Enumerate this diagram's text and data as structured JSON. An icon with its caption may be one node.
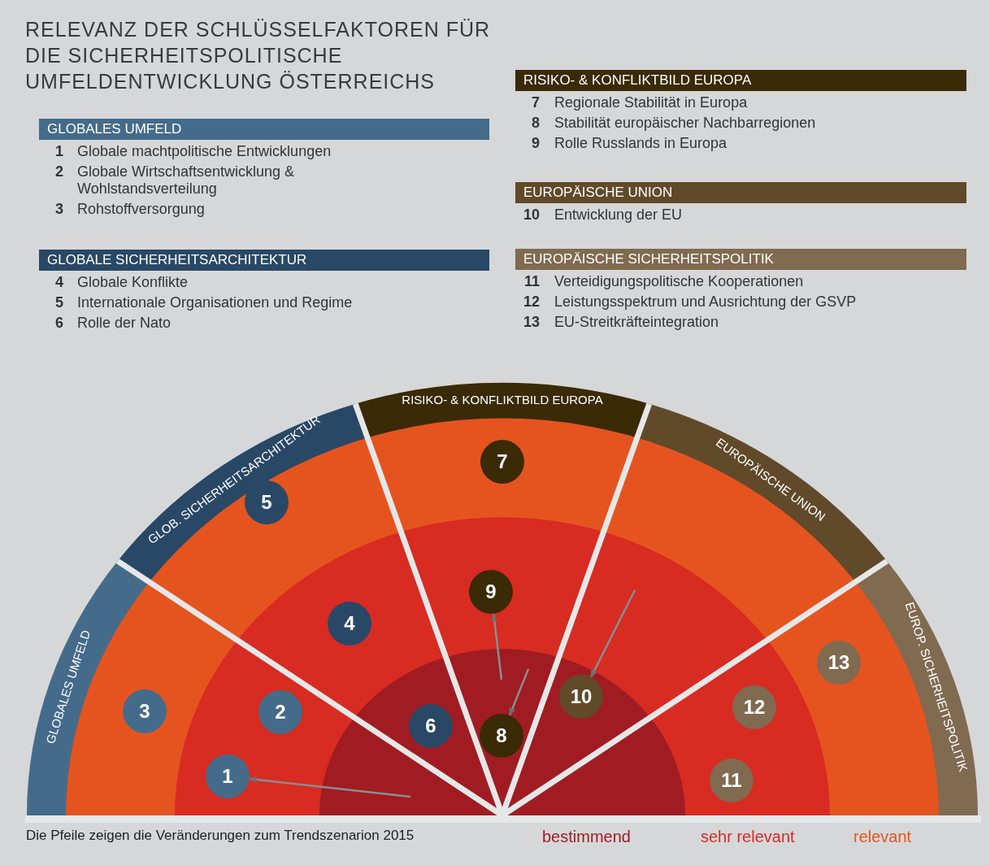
{
  "diagram": {
    "title": "RELEVANZ DER SCHLÜSSELFAKTOREN FÜR DIE SICHERHEITSPOLITISCHE UMFELDENTWICKLUNG ÖSTERREICHS",
    "caption": "Die Pfeile zeigen die Veränderungen zum Trendszenarion 2015",
    "nodes": [
      {
        "text": [
          "GLOBALES UMFELD"
        ]
      },
      {
        "text": [
          "GLOBALE SICHERHEITSARCHITEKTUR"
        ]
      },
      {
        "text": [
          "RISIKO- & KONFLIKTBILD EUROPA"
        ]
      },
      {
        "text": [
          "EUROPÄISCHE UNION"
        ]
      },
      {
        "text": [
          "EUROPÄISCHE SICHERHEITSPOLITIK"
        ]
      },
      {
        "text": [
          "GLOBALES UMFELD"
        ]
      },
      {
        "text": [
          "GLOB. SICHERHEITSARCHITEKTUR"
        ]
      },
      {
        "text": [
          "RISIKO- & KONFLIKTBILD EUROPA"
        ]
      },
      {
        "text": [
          "EUROPÄISCHE UNION"
        ]
      },
      {
        "text": [
          "EUROP. SICHERHEITSPOLITIK"
        ]
      },
      {
        "text": [
          "1"
        ]
      },
      {
        "text": [
          "2"
        ]
      },
      {
        "text": [
          "3"
        ]
      },
      {
        "text": [
          "4"
        ]
      },
      {
        "text": [
          "5"
        ]
      },
      {
        "text": [
          "6"
        ]
      },
      {
        "text": [
          "7"
        ]
      },
      {
        "text": [
          "8"
        ]
      },
      {
        "text": [
          "9"
        ]
      },
      {
        "text": [
          "10"
        ]
      },
      {
        "text": [
          "11"
        ]
      },
      {
        "text": [
          "12"
        ]
      },
      {
        "text": [
          "13"
        ]
      }
    ],
    "edges": [
      {
        "from": null,
        "to": 10,
        "arrow": "to"
      },
      {
        "from": null,
        "to": 18,
        "arrow": "to"
      },
      {
        "from": null,
        "to": 17,
        "arrow": "to"
      },
      {
        "from": null,
        "to": 19,
        "arrow": "to"
      }
    ],
    "labels": [
      "1",
      "Globale machtpolitische Entwicklungen",
      "2",
      "Globale Wirtschaftsentwicklung & Wohlstandsverteilung",
      "3",
      "Rohstoffversorgung",
      "4",
      "Globale Konflikte",
      "5",
      "Internationale Organisationen und Regime",
      "6",
      "Rolle der Nato",
      "7",
      "Regionale Stabilität in Europa",
      "8",
      "Stabilität europäischer Nachbarregionen",
      "9",
      "Rolle Russlands in Europa",
      "10",
      "Entwicklung der EU",
      "11",
      "Verteidigungspolitische Kooperationen",
      "12",
      "Leistungsspektrum und Ausrichtung der GSVP",
      "13",
      "EU-Streitkräfteintegration"
    ],
    "legend": [
      {
        "text": "bestimmend",
        "color": "#a01c22"
      },
      {
        "text": "sehr relevant",
        "color": "#d82b22"
      },
      {
        "text": "relevant",
        "color": "#e5541f"
      }
    ]
  }
}
